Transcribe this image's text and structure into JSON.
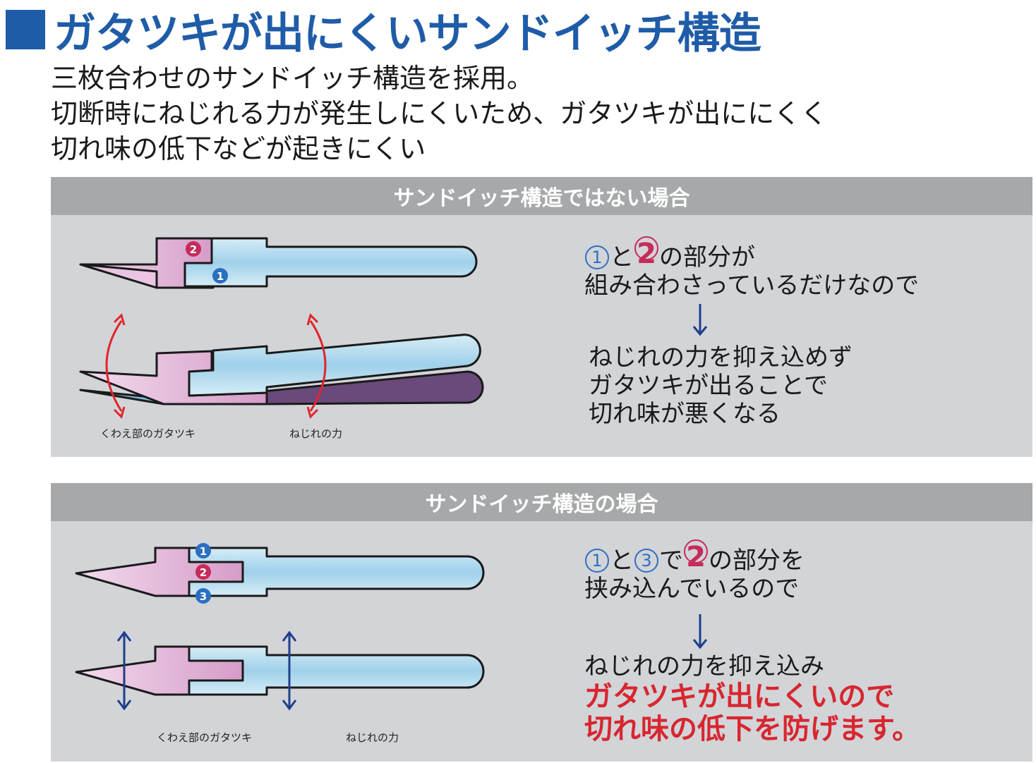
{
  "headline": "ガタツキが出にくいサンドイッチ構造",
  "intro": [
    "三枚合わせのサンドイッチ構造を採用。",
    "切断時にねじれる力が発生しにくいため、ガタツキが出ににくく",
    "切れ味の低下などが起きにくい"
  ],
  "panel_without": {
    "title": "サンドイッチ構造ではない場合",
    "part_label_a": "2",
    "part_label_b": "1",
    "caption_jaw": "くわえ部のガタツキ",
    "caption_twist": "ねじれの力",
    "explain_line1_a": "1",
    "explain_line1_mid": "と",
    "explain_line1_b": "2",
    "explain_line1_rest": "の部分が",
    "explain_line2": "組み合わさっているだけなので",
    "result_lines": [
      "ねじれの力を抑え込めず",
      "ガタツキが出ることで",
      "切れ味が悪くなる"
    ]
  },
  "panel_with": {
    "title": "サンドイッチ構造の場合",
    "part_label_top": "1",
    "part_label_mid": "2",
    "part_label_bottom": "3",
    "caption_jaw": "くわえ部のガタツキ",
    "caption_twist": "ねじれの力",
    "explain_n1": "1",
    "explain_to": "と",
    "explain_n3": "3",
    "explain_de": "で",
    "explain_n2": "2",
    "explain_rest": "の部分を",
    "explain_line2": "挟み込んでいるので",
    "result_line1": "ねじれの力を抑え込み",
    "result_red_lines": [
      "ガタツキが出にくいので",
      "切れ味の低下を防げます。"
    ]
  },
  "colors": {
    "headline_blue": "#1f5ca8",
    "panel_bg": "#d2d4d8",
    "panel_header": "#a6a8aa",
    "pink_part": "#d9a2cd",
    "blue_part": "#bfe0ef",
    "purple_shadow": "#6a4a7a",
    "arrow_red": "#e0262c",
    "arrow_navy": "#1f3e8c",
    "emphasis_red": "#d8262f"
  }
}
